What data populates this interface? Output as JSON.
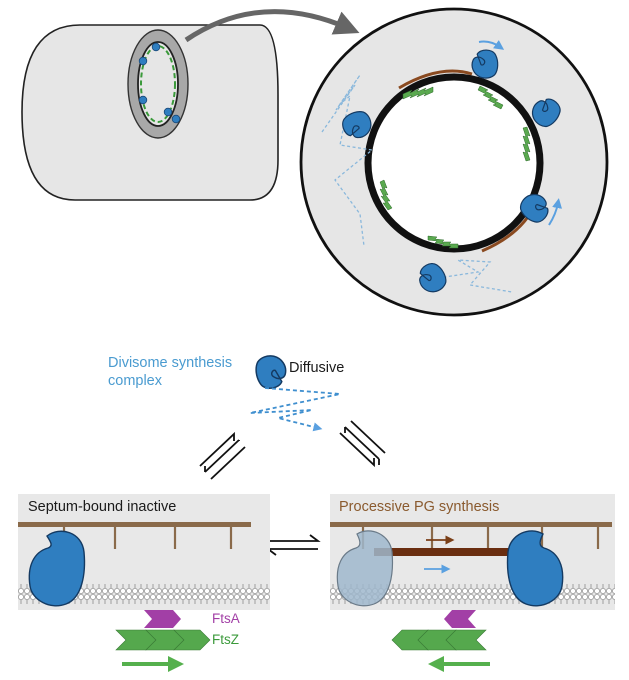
{
  "labels": {
    "divisome_line1": "Divisome synthesis",
    "divisome_line2": "complex",
    "diffusive": "Diffusive",
    "septum_bound_inactive": "Septum-bound inactive",
    "processive_pg_synthesis": "Processive PG synthesis",
    "ftsa": "FtsA",
    "ftsz": "FtsZ"
  },
  "icons": {
    "equilibrium": "double-harpoon-arrows",
    "enzyme": "kidney-shaped-protein",
    "cell": "rod-shaped-bacterium"
  },
  "colors": {
    "enzyme": "#2f7ec0",
    "enzyme_faded": "#9fb7cc",
    "pg": "#8a6a4a",
    "new_pg": "#7a3f18",
    "ftsz": "#55a84d",
    "ftsa": "#a23fa6",
    "diffusion_track": "#5a9fd6",
    "panel": "#e8e8e8"
  }
}
